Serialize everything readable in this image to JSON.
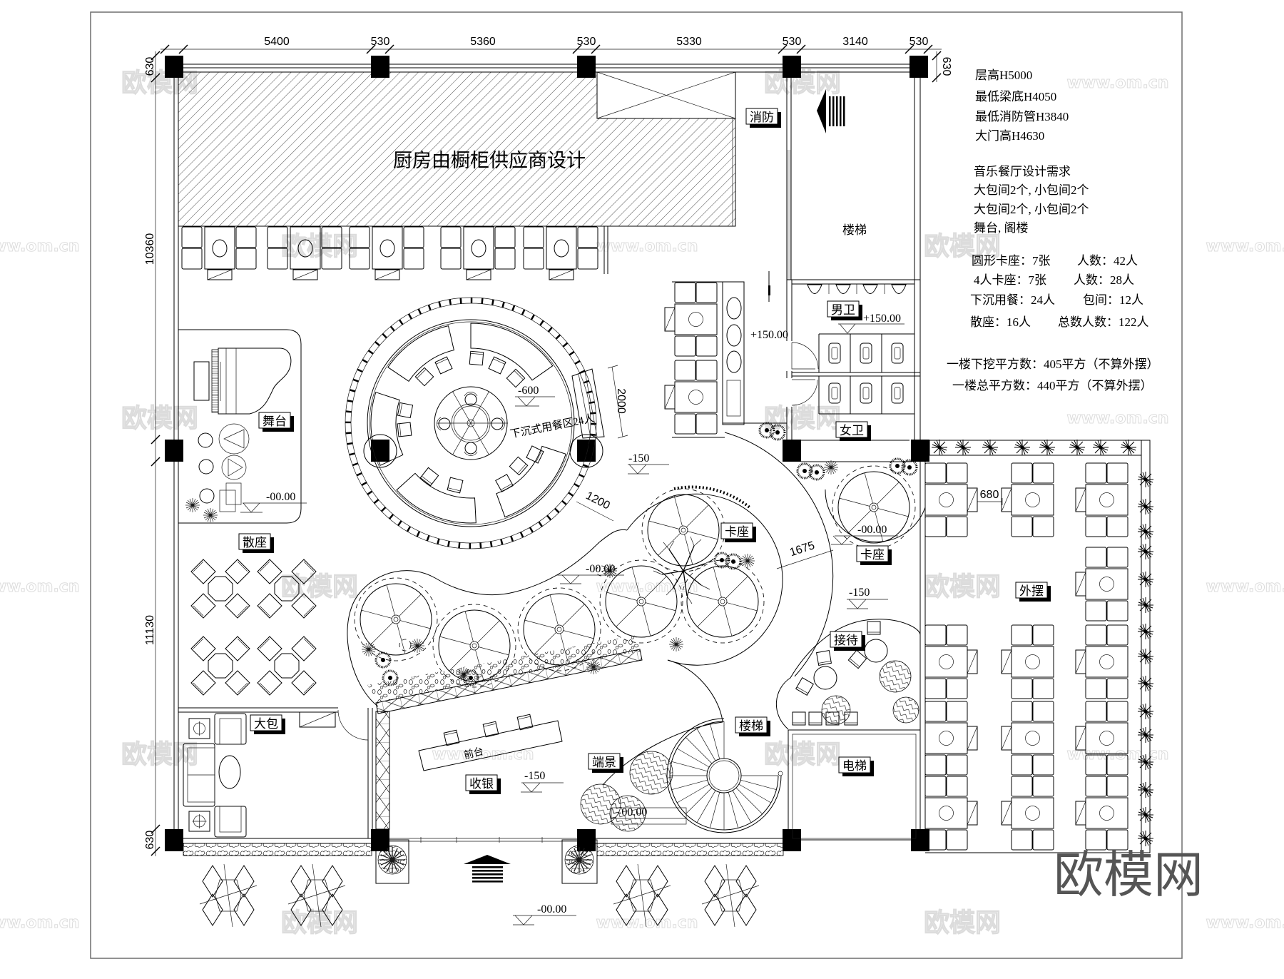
{
  "drawing": {
    "kitchen_note": "厨房由橱柜供应商设计",
    "sunken_area_note": "下沉式用餐区24人",
    "front_desk": "前台",
    "upper_stair": "楼梯"
  },
  "dimensions": {
    "top": [
      "5400",
      "530",
      "5360",
      "530",
      "5330",
      "530",
      "3140",
      "530"
    ],
    "left": [
      "630",
      "10360",
      "11130",
      "630"
    ],
    "right": [
      "630"
    ],
    "steps_length": "2000",
    "aisle_width": "1200",
    "booth_clearance": "1675",
    "terrace_table_gap": "680"
  },
  "room_labels": {
    "fire_control": "消防",
    "stage": "舞台",
    "loose_seating": "散座",
    "booth_center": "卡座",
    "booth_right": "卡座",
    "mens_restroom": "男卫",
    "womens_restroom": "女卫",
    "reception": "接待",
    "spiral_stair": "楼梯",
    "feature_view": "端景",
    "elevator": "电梯",
    "large_private_room": "大包",
    "cashier": "收银",
    "terrace": "外摆"
  },
  "levels": {
    "stage": "-00.00",
    "sunken_dining": "-600",
    "aisle_north": "-150",
    "booth_zone": "-00.00",
    "booth_right": "-00.00",
    "aisle_east": "-150",
    "cashier": "-150",
    "feature_view": "-00.00",
    "exterior": "-00.00",
    "corridor": "+150.00",
    "mens_restroom": "+150.00"
  },
  "notes": {
    "heights": [
      "层高H5000",
      "最低梁底H4050",
      "最低消防管H3840",
      "大门高H4630"
    ],
    "requirements_title": "音乐餐厅设计需求",
    "requirements": [
      "大包间2个, 小包间2个",
      "大包间2个, 小包间2个",
      "舞台, 阁楼"
    ],
    "seating": [
      {
        "item": "圆形卡座：7张",
        "count": "人数：42人"
      },
      {
        "item": "4人卡座：7张",
        "count": "人数：28人"
      },
      {
        "item": "下沉用餐：24人",
        "count": "包间：12人"
      },
      {
        "item": "散座：16人",
        "count": "总数人数：122人"
      }
    ],
    "areas": [
      "一楼下挖平方数：405平方（不算外摆）",
      "一楼总平方数：440平方（不算外摆）"
    ]
  },
  "watermark": {
    "brand": "欧模网",
    "site": "www.om.cn",
    "logo": "欧模网"
  },
  "colors": {
    "linework": "#000000",
    "paper_border": "#6e6e6e",
    "logo": "#555555",
    "watermark": "#dcdcdc"
  }
}
